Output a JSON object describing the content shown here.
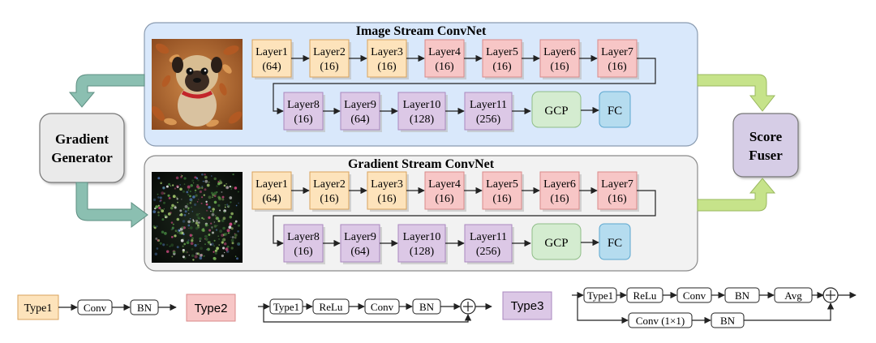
{
  "image_stream": {
    "title": "Image Stream ConvNet",
    "row1": [
      {
        "name": "Layer1",
        "ch": "(64)",
        "type": "type1"
      },
      {
        "name": "Layer2",
        "ch": "(16)",
        "type": "type1"
      },
      {
        "name": "Layer3",
        "ch": "(16)",
        "type": "type1"
      },
      {
        "name": "Layer4",
        "ch": "(16)",
        "type": "type2"
      },
      {
        "name": "Layer5",
        "ch": "(16)",
        "type": "type2"
      },
      {
        "name": "Layer6",
        "ch": "(16)",
        "type": "type2"
      },
      {
        "name": "Layer7",
        "ch": "(16)",
        "type": "type2"
      }
    ],
    "row2": [
      {
        "name": "Layer8",
        "ch": "(16)",
        "type": "type3"
      },
      {
        "name": "Layer9",
        "ch": "(64)",
        "type": "type3"
      },
      {
        "name": "Layer10",
        "ch": "(128)",
        "type": "type3"
      },
      {
        "name": "Layer11",
        "ch": "(256)",
        "type": "type3"
      }
    ],
    "gcp": "GCP",
    "fc": "FC"
  },
  "gradient_stream": {
    "title": "Gradient Stream ConvNet",
    "row1": [
      {
        "name": "Layer1",
        "ch": "(64)",
        "type": "type1"
      },
      {
        "name": "Layer2",
        "ch": "(16)",
        "type": "type1"
      },
      {
        "name": "Layer3",
        "ch": "(16)",
        "type": "type1"
      },
      {
        "name": "Layer4",
        "ch": "(16)",
        "type": "type2"
      },
      {
        "name": "Layer5",
        "ch": "(16)",
        "type": "type2"
      },
      {
        "name": "Layer6",
        "ch": "(16)",
        "type": "type2"
      },
      {
        "name": "Layer7",
        "ch": "(16)",
        "type": "type2"
      }
    ],
    "row2": [
      {
        "name": "Layer8",
        "ch": "(16)",
        "type": "type3"
      },
      {
        "name": "Layer9",
        "ch": "(64)",
        "type": "type3"
      },
      {
        "name": "Layer10",
        "ch": "(128)",
        "type": "type3"
      },
      {
        "name": "Layer11",
        "ch": "(256)",
        "type": "type3"
      }
    ],
    "gcp": "GCP",
    "fc": "FC"
  },
  "gradient_generator": {
    "line1": "Gradient",
    "line2": "Generator"
  },
  "score_fuser": {
    "line1": "Score",
    "line2": "Fuser"
  },
  "legend": {
    "type1": {
      "label": "Type1",
      "ops": [
        "Conv",
        "BN"
      ]
    },
    "type2": {
      "label": "Type2",
      "ops": [
        "Type1",
        "ReLu",
        "Conv",
        "BN"
      ]
    },
    "type3": {
      "label": "Type3",
      "ops": [
        "Type1",
        "ReLu",
        "Conv",
        "BN",
        "Avg"
      ],
      "skip": [
        "Conv (1×1)",
        "BN"
      ]
    }
  },
  "colors": {
    "type1": "#fde3bb",
    "type2": "#f7c6c6",
    "type3": "#dcc8e6",
    "gcp": "#d4ecd0",
    "fc": "#b5dcef",
    "image_panel": "#d9e8fb",
    "gradient_panel": "#f2f2f2",
    "teal_arrow": "#8bbfb1",
    "green_arrow": "#c6e38a"
  }
}
